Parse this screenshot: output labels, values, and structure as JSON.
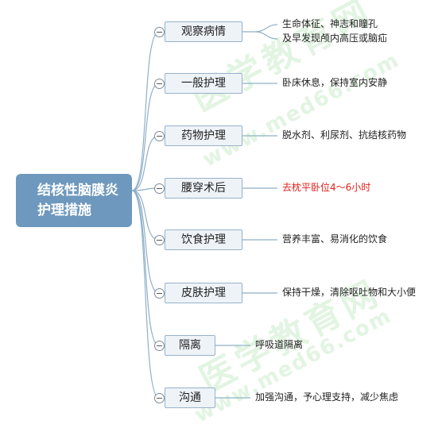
{
  "watermark": {
    "cn": "医学教育网",
    "url": "www.med66.com"
  },
  "root": {
    "line1": "结核性脑膜炎",
    "line2": "护理措施",
    "fill": "#6e98bd"
  },
  "connector_color": "#8fb0c8",
  "highlight_color": "#e0201c",
  "branches": [
    {
      "label": "观察病情",
      "details": [
        "生命体征、神志和瞳孔",
        "及早发现颅内高压或脑疝"
      ],
      "highlight": false
    },
    {
      "label": "一般护理",
      "details": [
        "卧床休息，保持室内安静"
      ],
      "highlight": false
    },
    {
      "label": "药物护理",
      "details": [
        "脱水剂、利尿剂、抗结核药物"
      ],
      "highlight": false
    },
    {
      "label": "腰穿术后",
      "details": [
        "去枕平卧位4～6小时"
      ],
      "highlight": true
    },
    {
      "label": "饮食护理",
      "details": [
        "营养丰富、易消化的饮食"
      ],
      "highlight": false
    },
    {
      "label": "皮肤护理",
      "details": [
        "保持干燥，清除呕吐物和大小便"
      ],
      "highlight": false
    },
    {
      "label": "隔离",
      "details": [
        "呼吸道隔离"
      ],
      "highlight": false
    },
    {
      "label": "沟通",
      "details": [
        "加强沟通，予心理支持，减少焦虑"
      ],
      "highlight": false
    }
  ]
}
